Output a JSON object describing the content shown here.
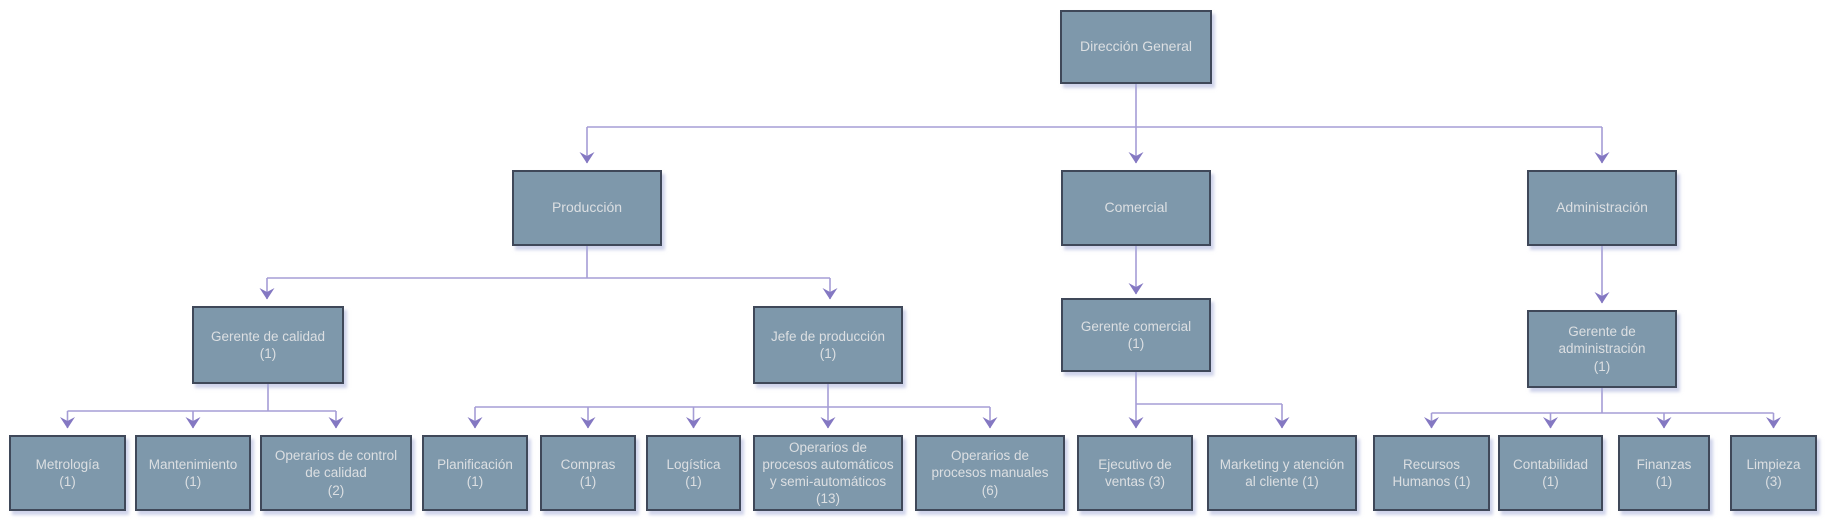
{
  "chart_title": "",
  "colors": {
    "node_fill": "#7e98ab",
    "node_border": "#3f4859",
    "node_text": "#dcdfe2",
    "connector": "#a59dd6",
    "arrow": "#8478c2",
    "canvas_bg": "#ffffff"
  },
  "orgchart": {
    "type": "organizational-chart",
    "root": "Dirección General",
    "nodes": [
      {
        "id": "direccion-general",
        "label": "Dirección General",
        "headcount": null,
        "reports_to": null,
        "display": "Dirección General"
      },
      {
        "id": "produccion",
        "label": "Producción",
        "headcount": null,
        "reports_to": "Dirección General",
        "display": "Producción"
      },
      {
        "id": "comercial",
        "label": "Comercial",
        "headcount": null,
        "reports_to": "Dirección General",
        "display": "Comercial"
      },
      {
        "id": "administracion",
        "label": "Administración",
        "headcount": null,
        "reports_to": "Dirección General",
        "display": "Administración"
      },
      {
        "id": "gerente-calidad",
        "label": "Gerente de calidad (1)",
        "headcount": 1,
        "reports_to": "Producción",
        "display": "Gerente de calidad\n(1)"
      },
      {
        "id": "jefe-produccion",
        "label": "Jefe de producción (1)",
        "headcount": 1,
        "reports_to": "Producción",
        "display": "Jefe de producción\n(1)"
      },
      {
        "id": "gerente-comercial",
        "label": "Gerente comercial (1)",
        "headcount": 1,
        "reports_to": "Comercial",
        "display": "Gerente comercial\n(1)"
      },
      {
        "id": "gerente-administracion",
        "label": "Gerente de administración (1)",
        "headcount": 1,
        "reports_to": "Administración",
        "display": "Gerente de\nadministración\n(1)"
      },
      {
        "id": "metrologia",
        "label": "Metrología (1)",
        "headcount": 1,
        "reports_to": "Gerente de calidad",
        "display": "Metrología\n(1)"
      },
      {
        "id": "mantenimiento",
        "label": "Mantenimiento (1)",
        "headcount": 1,
        "reports_to": "Gerente de calidad",
        "display": "Mantenimiento\n(1)"
      },
      {
        "id": "operarios-control-calidad",
        "label": "Operarios de control de calidad (2)",
        "headcount": 2,
        "reports_to": "Gerente de calidad",
        "display": "Operarios de control\nde calidad\n(2)"
      },
      {
        "id": "planificacion",
        "label": "Planificación (1)",
        "headcount": 1,
        "reports_to": "Jefe de producción",
        "display": "Planificación\n(1)"
      },
      {
        "id": "compras",
        "label": "Compras (1)",
        "headcount": 1,
        "reports_to": "Jefe de producción",
        "display": "Compras\n(1)"
      },
      {
        "id": "logistica",
        "label": "Logística (1)",
        "headcount": 1,
        "reports_to": "Jefe de producción",
        "display": "Logística\n(1)"
      },
      {
        "id": "operarios-automaticos",
        "label": "Operarios de procesos automáticos y semi-automáticos (13)",
        "headcount": 13,
        "reports_to": "Jefe de producción",
        "display": "Operarios de\nprocesos automáticos\ny semi-automáticos\n(13)"
      },
      {
        "id": "operarios-manuales",
        "label": "Operarios de procesos manuales (6)",
        "headcount": 6,
        "reports_to": "Jefe de producción",
        "display": "Operarios de\nprocesos manuales\n(6)"
      },
      {
        "id": "ejecutivo-ventas",
        "label": "Ejecutivo de ventas (3)",
        "headcount": 3,
        "reports_to": "Gerente comercial",
        "display": "Ejecutivo de\nventas (3)"
      },
      {
        "id": "marketing-atencion-cliente",
        "label": "Marketing y atención al cliente (1)",
        "headcount": 1,
        "reports_to": "Gerente comercial",
        "display": "Marketing y atención\nal cliente (1)"
      },
      {
        "id": "recursos-humanos",
        "label": "Recursos Humanos (1)",
        "headcount": 1,
        "reports_to": "Gerente de administración",
        "display": "Recursos\nHumanos (1)"
      },
      {
        "id": "contabilidad",
        "label": "Contabilidad (1)",
        "headcount": 1,
        "reports_to": "Gerente de administración",
        "display": "Contabilidad\n(1)"
      },
      {
        "id": "finanzas",
        "label": "Finanzas (1)",
        "headcount": 1,
        "reports_to": "Gerente de administración",
        "display": "Finanzas\n(1)"
      },
      {
        "id": "limpieza",
        "label": "Limpieza (3)",
        "headcount": 3,
        "reports_to": "Gerente de administración",
        "display": "Limpieza\n(3)"
      }
    ]
  }
}
